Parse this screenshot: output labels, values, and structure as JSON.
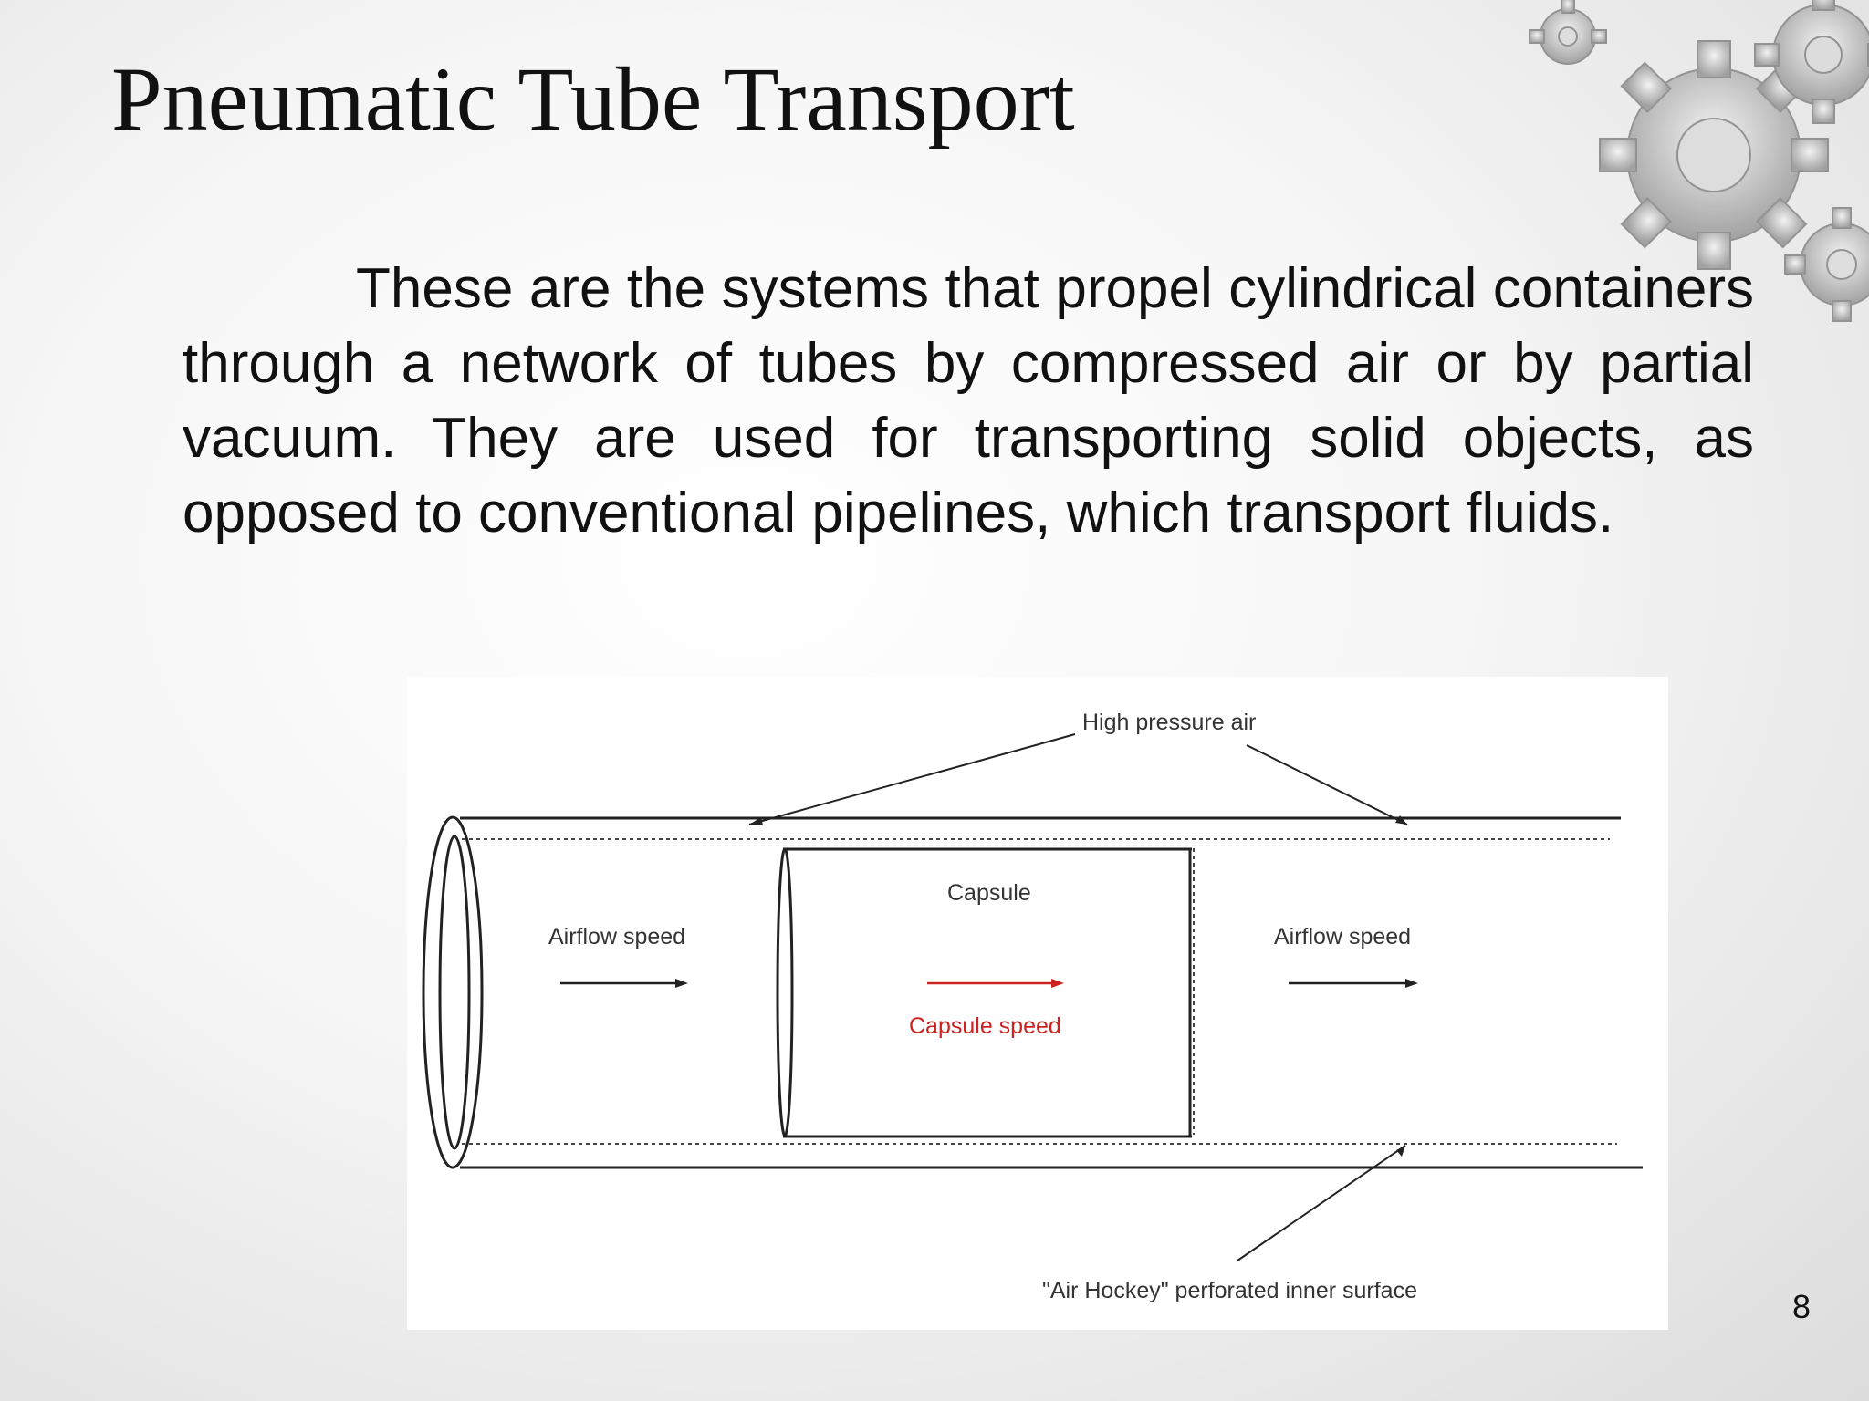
{
  "slide": {
    "title": "Pneumatic Tube Transport",
    "body": "These are the systems that propel cylindrical containers through a network of tubes by compressed air or by partial vacuum. They are used for transporting solid objects, as opposed to conventional pipelines, which transport fluids.",
    "page_number": "8",
    "decoration_icon": "gears-icon"
  },
  "diagram": {
    "labels": {
      "high_pressure_air": "High pressure air",
      "capsule": "Capsule",
      "airflow_speed_left": "Airflow speed",
      "airflow_speed_right": "Airflow speed",
      "capsule_speed": "Capsule speed",
      "perforated_surface": "\"Air Hockey\" perforated inner surface"
    },
    "colors": {
      "capsule_speed": "#cc2222",
      "lines": "#222222"
    }
  }
}
